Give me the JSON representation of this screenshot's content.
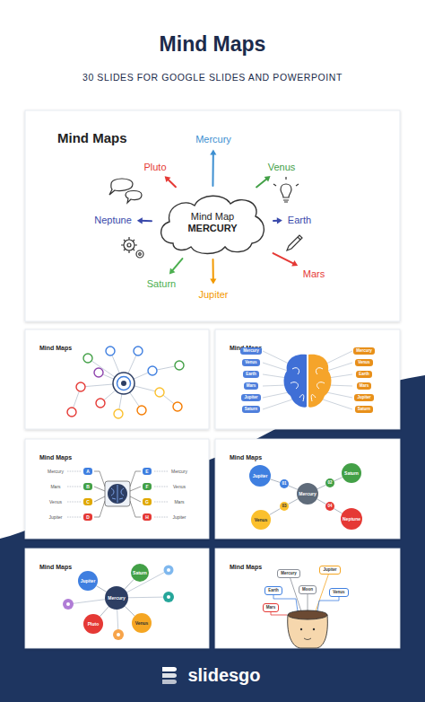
{
  "diagram": {
    "title": "Mind Maps",
    "nodes": [
      {
        "text": [
          "Mind Maps"
        ]
      },
      {
        "text": [
          "Mind Map",
          "MERCURY"
        ],
        "in": 0
      },
      {
        "text": [
          "Mercury"
        ],
        "in": 0
      },
      {
        "text": [
          "Venus"
        ],
        "in": 0
      },
      {
        "text": [
          "Earth"
        ],
        "in": 0
      },
      {
        "text": [
          "Mars"
        ],
        "in": 0
      },
      {
        "text": [
          "Jupiter"
        ],
        "in": 0
      },
      {
        "text": [
          "Saturn"
        ],
        "in": 0
      },
      {
        "text": [
          "Neptune"
        ],
        "in": 0
      },
      {
        "text": [
          "Pluto"
        ],
        "in": 0
      },
      {
        "text": [
          "Mind Maps"
        ]
      },
      {
        "text": [
          "Mind Maps"
        ]
      },
      {
        "text": [
          "Mercury"
        ],
        "in": 11
      },
      {
        "text": [
          "Venus"
        ],
        "in": 11
      },
      {
        "text": [
          "Earth"
        ],
        "in": 11
      },
      {
        "text": [
          "Mars"
        ],
        "in": 11
      },
      {
        "text": [
          "Jupiter"
        ],
        "in": 11
      },
      {
        "text": [
          "Saturn"
        ],
        "in": 11
      },
      {
        "text": [
          "Mercury"
        ],
        "in": 11
      },
      {
        "text": [
          "Venus"
        ],
        "in": 11
      },
      {
        "text": [
          "Earth"
        ],
        "in": 11
      },
      {
        "text": [
          "Mars"
        ],
        "in": 11
      },
      {
        "text": [
          "Jupiter"
        ],
        "in": 11
      },
      {
        "text": [
          "Saturn"
        ],
        "in": 11
      },
      {
        "text": [
          "Mind Maps"
        ]
      },
      {
        "text": [
          "A"
        ],
        "in": 24
      },
      {
        "text": [
          "B"
        ],
        "in": 24
      },
      {
        "text": [
          "C"
        ],
        "in": 24
      },
      {
        "text": [
          "D"
        ],
        "in": 24
      },
      {
        "text": [
          "E"
        ],
        "in": 24
      },
      {
        "text": [
          "F"
        ],
        "in": 24
      },
      {
        "text": [
          "G"
        ],
        "in": 24
      },
      {
        "text": [
          "H"
        ],
        "in": 24
      },
      {
        "text": [
          "Mind Maps"
        ]
      },
      {
        "text": [
          "Jupiter"
        ],
        "in": 33
      },
      {
        "text": [
          "Saturn"
        ],
        "in": 33
      },
      {
        "text": [
          "01"
        ],
        "in": 33
      },
      {
        "text": [
          "02"
        ],
        "in": 33
      },
      {
        "text": [
          "Mercury"
        ],
        "in": 33
      },
      {
        "text": [
          "03"
        ],
        "in": 33
      },
      {
        "text": [
          "04"
        ],
        "in": 33
      },
      {
        "text": [
          "Venus"
        ],
        "in": 33
      },
      {
        "text": [
          "Neptune"
        ],
        "in": 33
      },
      {
        "text": [
          "Mind Maps"
        ]
      },
      {
        "text": [
          "Saturn"
        ],
        "in": 43
      },
      {
        "text": [
          "Jupiter"
        ],
        "in": 43
      },
      {
        "text": [
          "Mercury"
        ],
        "in": 43
      },
      {
        "text": [
          "Pluto"
        ],
        "in": 43
      },
      {
        "text": [
          "Venus"
        ],
        "in": 43
      },
      {
        "text": [
          "Mind Maps"
        ]
      },
      {
        "text": [
          "Jupiter"
        ],
        "in": 49
      },
      {
        "text": [
          "Mercury"
        ],
        "in": 49
      },
      {
        "text": [
          "Earth"
        ],
        "in": 49
      },
      {
        "text": [
          "Moon"
        ],
        "in": 49
      },
      {
        "text": [
          "Venus"
        ],
        "in": 49
      },
      {
        "text": [
          "Mars"
        ],
        "in": 49
      }
    ],
    "edges": [
      {
        "from": 1,
        "to": 2,
        "arrow": "to"
      },
      {
        "from": 1,
        "to": 3,
        "arrow": "to"
      },
      {
        "from": 1,
        "to": 4,
        "arrow": "to"
      },
      {
        "from": 1,
        "to": 5,
        "arrow": "to"
      },
      {
        "from": 1,
        "to": 6,
        "arrow": "to"
      },
      {
        "from": 1,
        "to": 7,
        "arrow": "to"
      },
      {
        "from": 1,
        "to": 8,
        "arrow": "to"
      },
      {
        "from": 1,
        "to": 9,
        "arrow": "to"
      },
      {
        "from": 38,
        "to": 36,
        "arrow": "none"
      },
      {
        "from": 36,
        "to": 34,
        "arrow": "none"
      },
      {
        "from": 38,
        "to": 37,
        "arrow": "none"
      },
      {
        "from": 37,
        "to": 35,
        "arrow": "none"
      },
      {
        "from": 38,
        "to": 39,
        "arrow": "none"
      },
      {
        "from": 39,
        "to": 41,
        "arrow": "none"
      },
      {
        "from": 38,
        "to": 40,
        "arrow": "none"
      },
      {
        "from": 40,
        "to": 42,
        "arrow": "none"
      },
      {
        "from": 46,
        "to": 44,
        "arrow": "none"
      },
      {
        "from": 46,
        "to": 45,
        "arrow": "none"
      },
      {
        "from": 46,
        "to": 47,
        "arrow": "none"
      },
      {
        "from": 46,
        "to": 48,
        "arrow": "none"
      }
    ],
    "labels": [
      "30 SLIDES FOR GOOGLE SLIDES AND POWERPOINT",
      "Mercury",
      "Mars",
      "Venus",
      "Jupiter",
      "Mercury",
      "Venus",
      "Mars",
      "Jupiter",
      "slidesgo"
    ]
  }
}
